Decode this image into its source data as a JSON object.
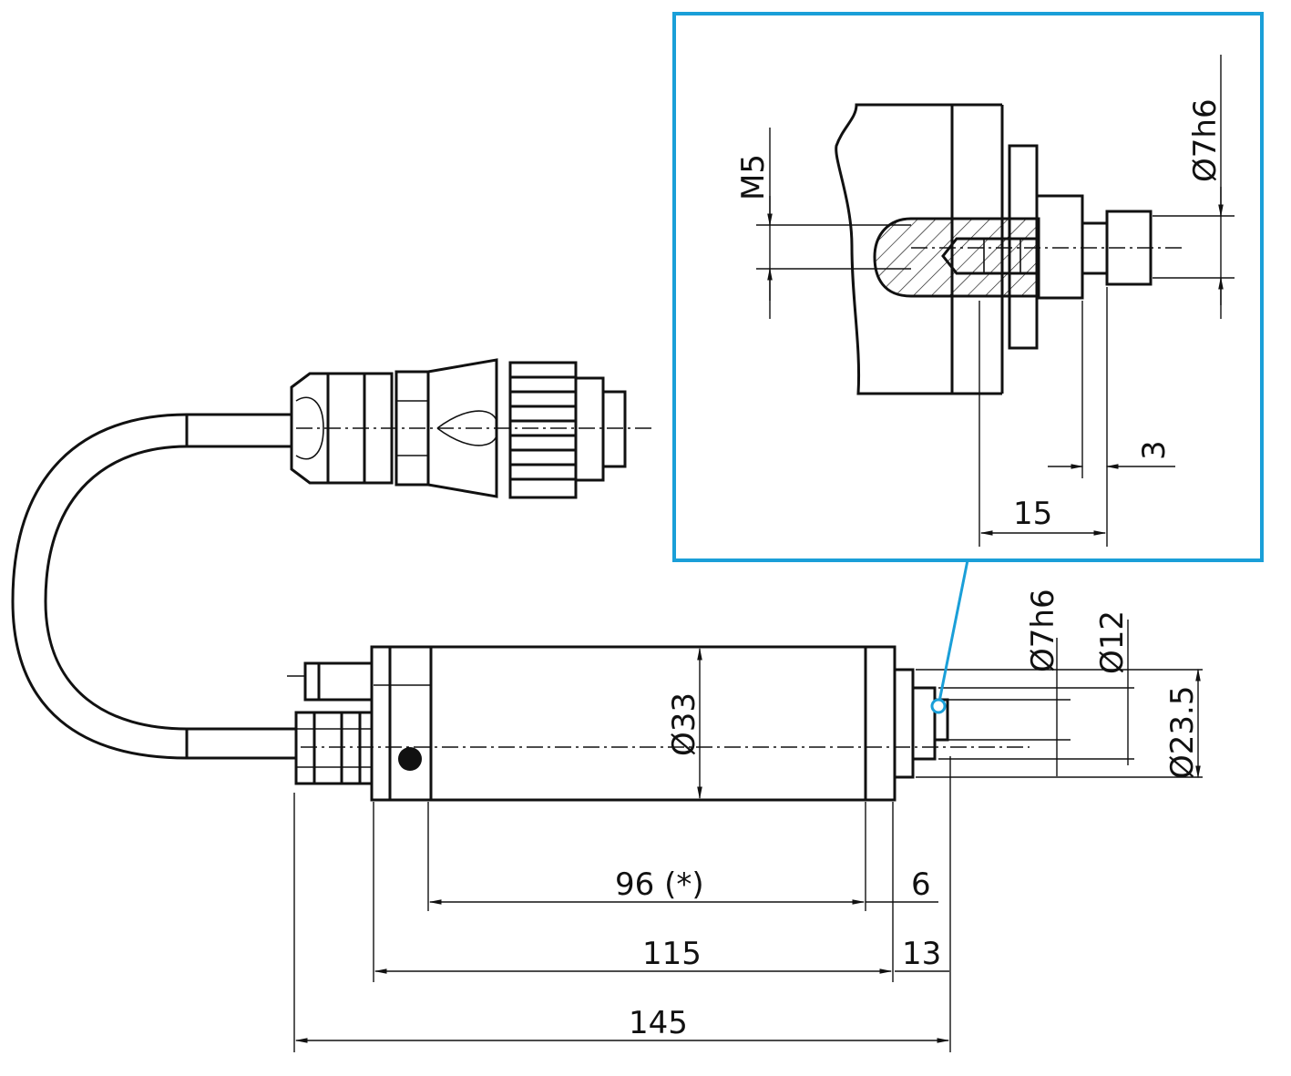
{
  "dimensions": {
    "main": {
      "d33": "Ø33",
      "d7h6": "Ø7h6",
      "d12": "Ø12",
      "d23_5": "Ø23.5",
      "len96": "96 (*)",
      "len6": "6",
      "len115": "115",
      "len13": "13",
      "len145": "145"
    },
    "detail": {
      "m5": "M5",
      "d7h6": "Ø7h6",
      "len3": "3",
      "len15": "15"
    }
  },
  "colors": {
    "line": "#111111",
    "callout": "#1a9fd8"
  }
}
